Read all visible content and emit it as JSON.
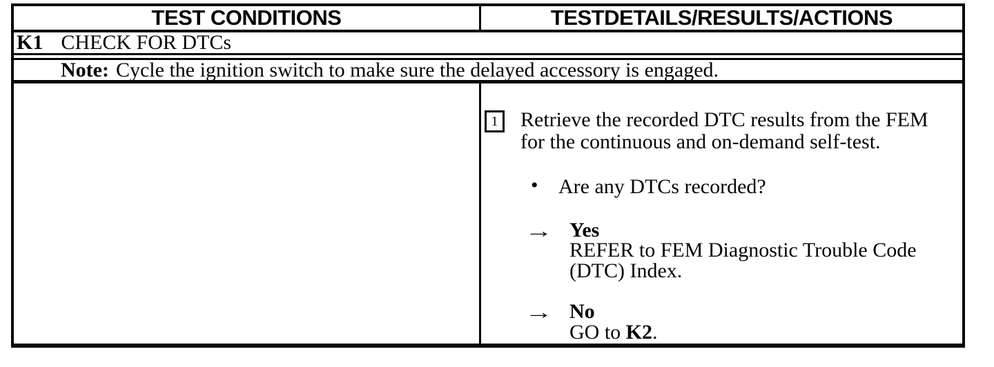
{
  "document": {
    "header": {
      "left_column": "TEST CONDITIONS",
      "right_column": "TESTDETAILS/RESULTS/ACTIONS"
    },
    "test_step": {
      "id": "K1",
      "title": "CHECK FOR DTCs"
    },
    "note": {
      "label": "Note:",
      "text": "Cycle the ignition switch to make sure the delayed accessory is engaged."
    },
    "procedure": {
      "step_number": "1",
      "instruction_lines": [
        "Retrieve the recorded DTC results from the FEM",
        "for the continuous and on-demand self-test."
      ],
      "bullet_glyph": "•",
      "question": "Are any DTCs recorded?",
      "arrow_glyph": "→",
      "yes": {
        "label": "Yes",
        "action_lines": [
          "REFER to FEM Diagnostic Trouble Code",
          "(DTC) Index."
        ]
      },
      "no": {
        "label": "No",
        "action_prefix": "GO to ",
        "action_target": "K2",
        "action_suffix": "."
      }
    }
  },
  "colors": {
    "ink": "#050505",
    "paper": "#ffffff"
  }
}
